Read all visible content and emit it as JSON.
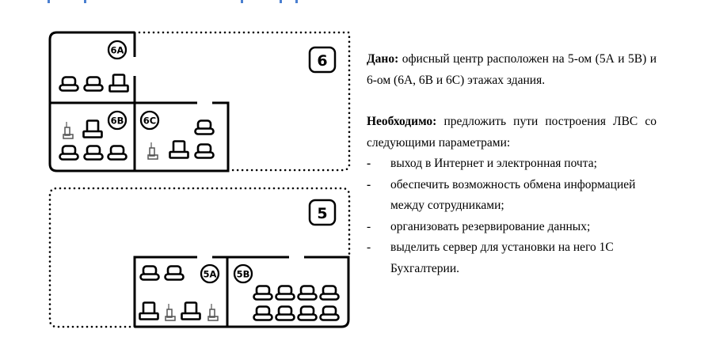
{
  "floors": {
    "upper": {
      "number": "6",
      "rooms": [
        "6A",
        "6B",
        "6C"
      ]
    },
    "lower": {
      "number": "5",
      "rooms": [
        "5A",
        "5B"
      ]
    }
  },
  "task": {
    "given_label": "Дано:",
    "given_text": " офисный центр расположен на 5-ом (5А и 5В) и 6-ом (6А, 6В и 6С) этажах здания.",
    "required_label": "Необходимо:",
    "required_text": " предложить пути построения ЛВС со следующими параметрами:",
    "items": [
      {
        "dash": "-",
        "text": "выход в Интернет и электронная почта;"
      },
      {
        "dash": "-",
        "text": "обеспечить возможность обмена информацией между сотрудниками;"
      },
      {
        "dash": "-",
        "text": "организовать резервирование данных;"
      },
      {
        "dash": "-",
        "text": "выделить сервер для установки на него 1С Бухгалтерии."
      }
    ]
  },
  "colors": {
    "stroke": "#000000",
    "phone": "#555555",
    "accent": "#4a7fd0"
  }
}
